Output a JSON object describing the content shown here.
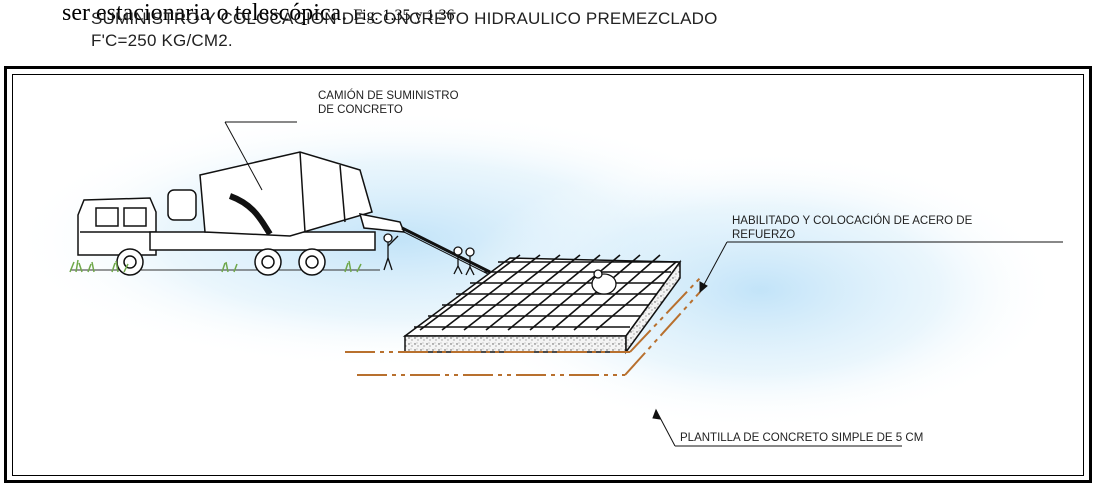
{
  "header": {
    "overlap_text": "ser estacionaria o telescópica.",
    "overlap_fig": "Fig. 1.35 y 1.36",
    "title_line1": "SUMINISTRO Y COLOCACIÓN DE CONCRETO HIDRAULICO PREMEZCLADO",
    "title_line2": "F'C=250 KG/CM2."
  },
  "labels": {
    "truck_line1": "CAMIÓN DE SUMINISTRO",
    "truck_line2": "DE CONCRETO",
    "steel_line1": "HABILITADO Y COLOCACIÓN DE ACERO DE",
    "steel_line2": "REFUERZO",
    "base": "PLANTILLA DE CONCRETO SIMPLE DE 5 CM"
  },
  "colors": {
    "glow": "#cfe8f7",
    "rebar": "#111111",
    "form_line": "#b8702e",
    "grass": "#6fa84a"
  }
}
